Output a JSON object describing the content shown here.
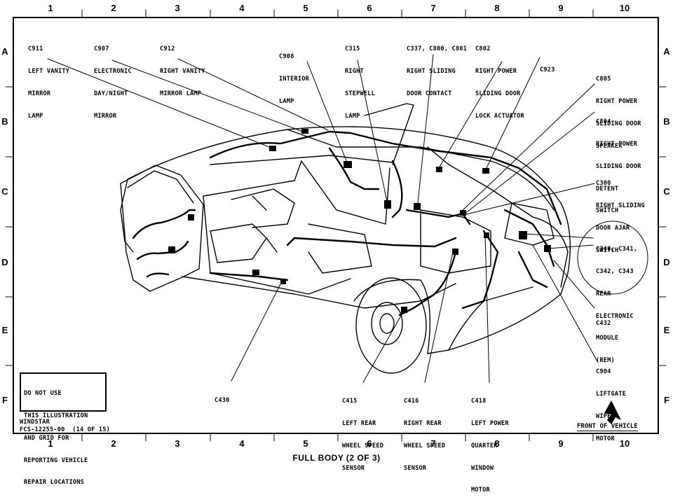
{
  "grid": {
    "columns": [
      "1",
      "2",
      "3",
      "4",
      "5",
      "6",
      "7",
      "8",
      "9",
      "10"
    ],
    "rows": [
      "A",
      "B",
      "C",
      "D",
      "E",
      "F"
    ]
  },
  "callouts": [
    {
      "id": "c911",
      "lines": [
        "C911",
        "LEFT VANITY",
        "MIRROR",
        "LAMP"
      ]
    },
    {
      "id": "c907",
      "lines": [
        "C907",
        "ELECTRONIC",
        "DAY/NIGHT",
        "MIRROR"
      ]
    },
    {
      "id": "c912",
      "lines": [
        "C912",
        "RIGHT VANITY",
        "MIRROR LAMP"
      ]
    },
    {
      "id": "c908",
      "lines": [
        "C908",
        "INTERIOR",
        "LAMP"
      ]
    },
    {
      "id": "c315",
      "lines": [
        "C315",
        "RIGHT",
        "STEPWELL",
        "LAMP"
      ]
    },
    {
      "id": "c337",
      "lines": [
        "C337, C800, C801",
        "RIGHT SLIDING",
        "DOOR CONTACT"
      ]
    },
    {
      "id": "c802",
      "lines": [
        "C802",
        "RIGHT POWER",
        "SLIDING DOOR",
        "LOCK ACTUATOR"
      ]
    },
    {
      "id": "c923",
      "lines": [
        "C923"
      ]
    },
    {
      "id": "c805",
      "lines": [
        "C805",
        "RIGHT POWER",
        "SLIDING DOOR",
        "SPEAKER"
      ]
    },
    {
      "id": "c804",
      "lines": [
        "C804",
        "RIGHT POWER",
        "SLIDING DOOR",
        "DETENT",
        "SWITCH"
      ]
    },
    {
      "id": "c300",
      "lines": [
        "C300",
        "RIGHT SLIDING",
        "DOOR AJAR",
        "SWITCH"
      ]
    },
    {
      "id": "c340",
      "lines": [
        "C340, C341,",
        "C342, C343",
        "REAR",
        "ELECTRONIC",
        "MODULE",
        "(REM)"
      ]
    },
    {
      "id": "c432",
      "lines": [
        "C432"
      ]
    },
    {
      "id": "c904",
      "lines": [
        "C904",
        "LIFTGATE",
        "WIPER",
        "MOTOR"
      ]
    },
    {
      "id": "c418",
      "lines": [
        "C418",
        "LEFT POWER",
        "QUARTER",
        "WINDOW",
        "MOTOR"
      ]
    },
    {
      "id": "c416",
      "lines": [
        "C416",
        "RIGHT REAR",
        "WHEEL SPEED",
        "SENSOR"
      ]
    },
    {
      "id": "c415",
      "lines": [
        "C415",
        "LEFT REAR",
        "WHEEL SPEED",
        "SENSOR"
      ]
    },
    {
      "id": "c430",
      "lines": [
        "C430"
      ]
    }
  ],
  "notice": [
    "DO NOT USE",
    "THIS ILLUSTRATION",
    "AND GRID FOR",
    "REPORTING VEHICLE",
    "REPAIR LOCATIONS"
  ],
  "footer": {
    "model": "WINDSTAR",
    "code": "FCS-12255-00  (14 OF 15)",
    "front_label": "FRONT OF VEHICLE",
    "caption": "FULL BODY (2 OF 3)"
  }
}
